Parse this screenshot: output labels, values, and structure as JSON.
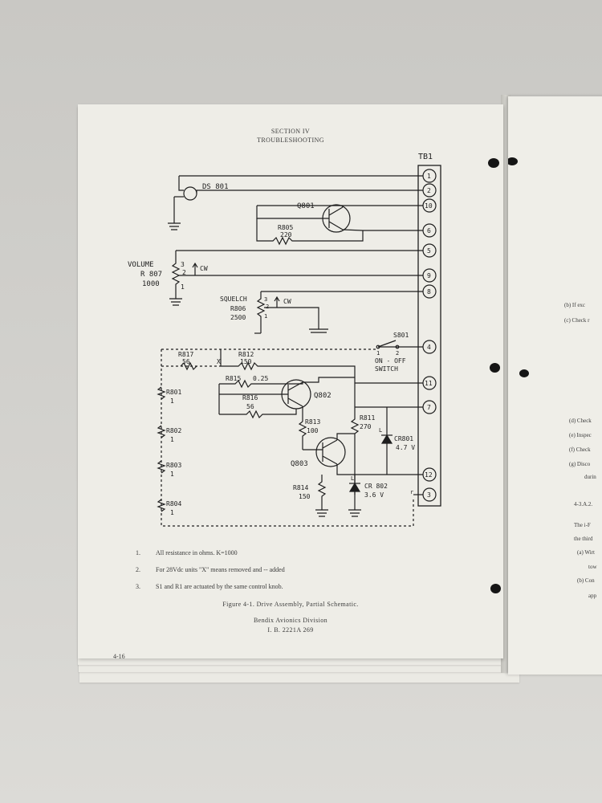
{
  "document": {
    "section": "SECTION IV",
    "subsection": "TROUBLESHOOTING",
    "notes": [
      {
        "num": "1.",
        "text": "All resistance in ohms.  K=1000"
      },
      {
        "num": "2.",
        "text": "For 28Vdc units \"X\" means removed and -- added"
      },
      {
        "num": "3.",
        "text": "S1 and R1 are actuated by the same control knob."
      }
    ],
    "figure_caption": "Figure 4-1.  Drive Assembly, Partial Schematic.",
    "division": "Bendix Avionics Division",
    "doc_number": "I. B.  2221A 269",
    "page_number": "4-16"
  },
  "schematic": {
    "terminal_block": "TB1",
    "terminals": [
      "1",
      "2",
      "10",
      "6",
      "5",
      "9",
      "8",
      "4",
      "11",
      "7",
      "12",
      "3"
    ],
    "labels": {
      "ds801": "DS 801",
      "q801": "Q801",
      "r805": "R805",
      "r805_val": "220",
      "volume": "VOLUME",
      "r807": "R 807",
      "r807_val": "1000",
      "cw": "CW",
      "pin3": "3",
      "pin2": "2",
      "pin1": "1",
      "squelch": "SQUELCH",
      "r806": "R806",
      "r806_val": "2500",
      "s801": "S801",
      "s801_p1": "1",
      "s801_p2": "2",
      "onoff": "ON - OFF",
      "switch": "SWITCH",
      "r817": "R817",
      "r817_val": "56",
      "x_mark": "X",
      "r812": "R812",
      "r812_val": "150",
      "r815": "R815",
      "r815_val": "0.25",
      "r816": "R816",
      "r816_val": "56",
      "q802": "Q802",
      "r813": "R813",
      "r813_val": "100",
      "r811": "R811",
      "r811_val": "270",
      "cr801": "CR801",
      "cr801_val": "4.7 V",
      "q803": "Q803",
      "r814": "R814",
      "r814_val": "150",
      "cr802": "CR 802",
      "cr802_val": "3.6 V",
      "l1": "L",
      "l2": "L",
      "r_mark": "r",
      "r801": "R801",
      "r802": "R802",
      "r803": "R803",
      "r804": "R804",
      "one": "1"
    }
  },
  "right_page": {
    "lines": [
      "(b)      If exc",
      "(c)  Check r",
      "(d)  Check",
      "(e)  Inspec",
      "(f)   Check",
      "(g)  Disco",
      "durin",
      "4-3.A.2.",
      "The i-F",
      "the third",
      "(a)  Wirt",
      "tow",
      "(b)  Con",
      "app"
    ]
  }
}
